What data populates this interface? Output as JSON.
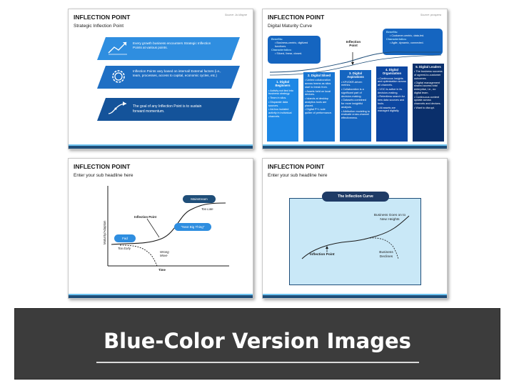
{
  "banner": {
    "title": "Blue-Color Version Images"
  },
  "slides": [
    {
      "title": "INFLECTION POINT",
      "subtitle": "Strategic Inflection Point",
      "source": "Source: Jo-Wayne",
      "items": [
        {
          "text": "Every growth business encounters Strategic Inflection Points at various points.",
          "icon": "trend-chart-icon"
        },
        {
          "text": "Inflection Points vary based on internal/ External factors (i.e., team, processes, access to capital, economic cycles, etc.)",
          "icon": "gear-icon"
        },
        {
          "text": "The goal of any Inflection Point is to sustain forward momentum.",
          "icon": "curve-arrow-icon"
        }
      ],
      "colors": [
        "#2f8ee0",
        "#1f6fc4",
        "#14539a"
      ]
    },
    {
      "title": "INFLECTION POINT",
      "subtitle": "Digital Maturity Curve",
      "source": "Source: prospera",
      "left_pill": {
        "benefits_label": "Benefits:",
        "benefits": "Business-centric, digitized functions.",
        "char_label": "Characteristics:",
        "chars": "Siloed, linear, closed."
      },
      "right_pill": {
        "benefits_label": "Benefits:",
        "benefits": "Customer-centric, data-led.",
        "char_label": "Characteristics:",
        "chars": "Agile, dynamic, connected."
      },
      "curve_label": "Inflection Point",
      "stages": [
        {
          "head": "1. Digital Beginners",
          "items": [
            "Activity not tied into business strategy.",
            "Team in silos.",
            "Disparate data sources.",
            "Ad-hoc isolated activity in individual channels."
          ]
        },
        {
          "head": "2. Digital Siloed",
          "items": [
            "United collaboration across teams as silos start to break from.",
            "Assets held on local devices.",
            "Islands at desktop analytics tools are placed.",
            "Digital P+L sole quilter of performance."
          ]
        },
        {
          "head": "3. Digital Aspirations",
          "items": [
            "KPI/OKR-driven metrics.",
            "Collaboration is a significant part of decision-making.",
            "Datasets combined for more insightful analysis.",
            "Attribution modeling to evaluate cross-channel effectiveness."
          ]
        },
        {
          "head": "4. Digital Organization",
          "items": [
            "Continuous Insights and optimization across all channels.",
            "VOC is active in its decision-making.",
            "Relentless search for new data sources and tools.",
            "All assets are managed digitally."
          ]
        },
        {
          "head": "5. Digital Leaders",
          "items": [
            "The business success of agreed-to-customer outcomes.",
            "Digital management shared access total enterprise, i.e., no digital team.",
            "Continuous content update across channels and devices.",
            "Want to disrupt."
          ]
        }
      ],
      "stage_colors": [
        "#1e88e5",
        "#1976d2",
        "#1565c0",
        "#0d47a1",
        "#0a2f6b"
      ]
    },
    {
      "title": "INFLECTION POINT",
      "subtitle": "Enter your sub headline here",
      "y_axis": "Maturity/Adoption",
      "x_axis": "Time",
      "labels": {
        "fad": "Fad",
        "mainstream": "Mainstream",
        "next": "\"Next Big Thing\"",
        "inflection": "Inflection Point",
        "too_late": "Too Late",
        "too_early": "Too Early",
        "wrong_move": "Wrong Move"
      }
    },
    {
      "title": "INFLECTION POINT",
      "subtitle": "Enter your sub headline here",
      "curve_title": "The Inflection Curve",
      "labels": {
        "goes_on": "Business Goes on to New Heights",
        "inflection": "Inflection Point",
        "declines": "Business Declines"
      }
    }
  ]
}
